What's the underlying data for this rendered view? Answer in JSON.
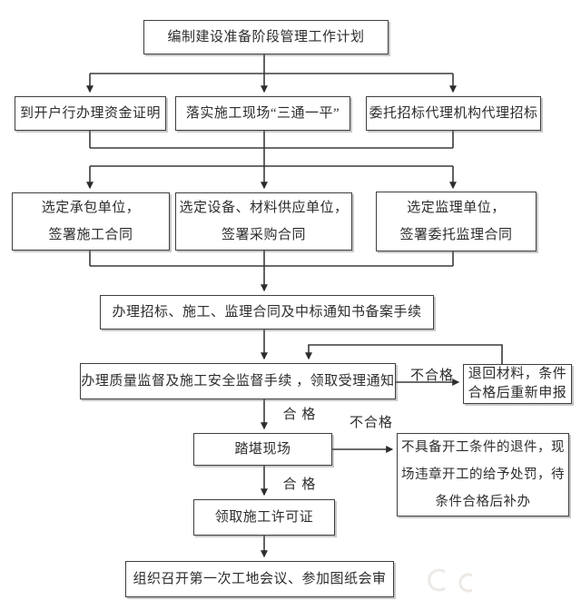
{
  "colors": {
    "background": "#ffffff",
    "line": "#3a3a3a",
    "box_border": "#3e3e3e",
    "box_background": "#ffffff",
    "text": "#2d2d2d"
  },
  "flow": {
    "top": {
      "label": "编制建设准备阶段管理工作计划"
    },
    "row2": [
      {
        "label": "到开户行办理资金证明"
      },
      {
        "label": "落实施工现场“三通一平”"
      },
      {
        "label": "委托招标代理机构代理招标"
      }
    ],
    "row3": [
      {
        "label": "选定承包单位，\n签署施工合同"
      },
      {
        "label": "选定设备、材料供应单位，\n签署采购合同"
      },
      {
        "label": "选定监理单位，\n签署委托监理合同"
      }
    ],
    "record_box": {
      "label": "办理招标、施工、监理合同及中标通知书备案手续"
    },
    "supervision_box": {
      "label": "办理质量监督及施工安全监督手续 ，领取受理通知"
    },
    "return_box": {
      "label": "退回材料，条件\n合格后重新申报"
    },
    "survey_box": {
      "label": "踏堪现场"
    },
    "penalty_box": {
      "label": "不具备开工条件的退件，现\n场违章开工的给予处罚，待\n条件合格后补办"
    },
    "permit_box": {
      "label": "领取施工许可证"
    },
    "meeting_box": {
      "label": "组织召开第一次工地会议、参加图纸会审"
    },
    "edge_labels": {
      "fail_supervision": "不合格",
      "pass_supervision": "合 格",
      "fail_survey": "不合格",
      "pass_survey": "合 格"
    }
  }
}
